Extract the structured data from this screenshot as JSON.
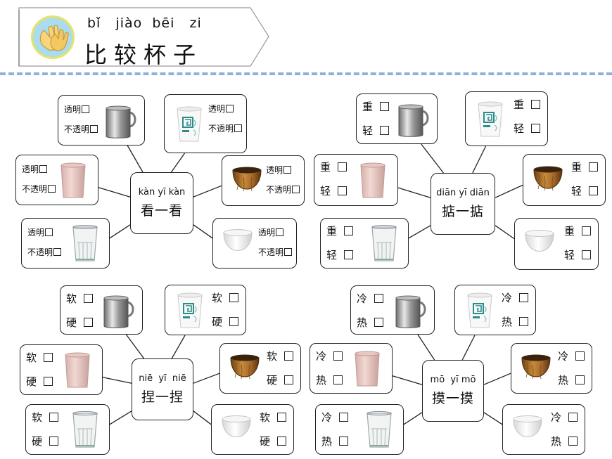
{
  "title": {
    "pinyin": "bǐ   jiào  bēi   zi",
    "hanzi": "比较杯子",
    "icon": "clapping-hands-icon"
  },
  "panels": [
    {
      "id": "look",
      "center_pinyin": "kàn yī kàn",
      "center_hanzi": "看一看",
      "options": [
        "透明",
        "不透明"
      ],
      "cups": [
        "steel-mug",
        "paper-cup",
        "pink-cup",
        "wooden-cup",
        "glass-tumbler",
        "white-cup"
      ]
    },
    {
      "id": "weigh",
      "center_pinyin": "diān yī diān",
      "center_hanzi": "掂一掂",
      "options": [
        "重",
        "轻"
      ],
      "cups": [
        "steel-mug",
        "paper-cup",
        "pink-cup",
        "wooden-cup",
        "glass-tumbler",
        "white-cup"
      ]
    },
    {
      "id": "squeeze",
      "center_pinyin": "niē  yī  niē",
      "center_hanzi": "捏一捏",
      "options": [
        "软",
        "硬"
      ],
      "cups": [
        "steel-mug",
        "paper-cup",
        "pink-cup",
        "wooden-cup",
        "glass-tumbler",
        "white-cup"
      ]
    },
    {
      "id": "touch",
      "center_pinyin": "mō  yī mō",
      "center_hanzi": "摸一摸",
      "options": [
        "冷",
        "热"
      ],
      "cups": [
        "steel-mug",
        "paper-cup",
        "pink-cup",
        "wooden-cup",
        "glass-tumbler",
        "white-cup"
      ]
    }
  ],
  "colors": {
    "divider": "#8fb0dc",
    "clap_bg": "#a9dcec",
    "clap_ring": "#e8e26a"
  }
}
